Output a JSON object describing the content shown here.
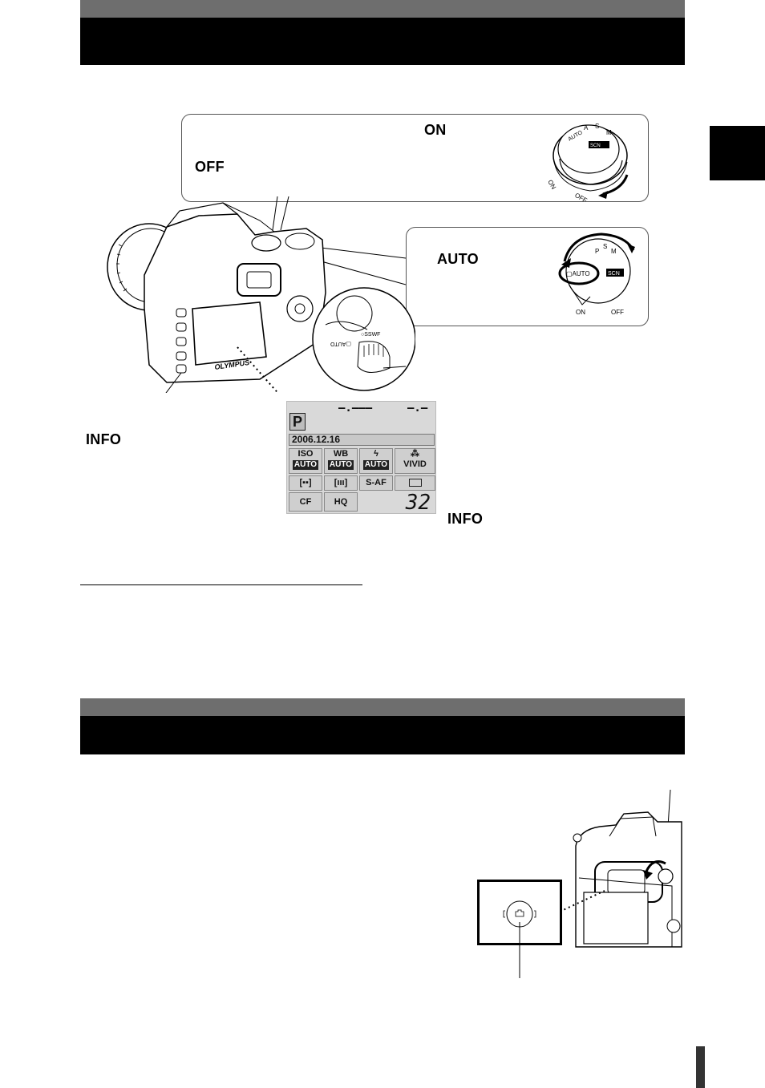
{
  "callout_power": {
    "on_label": "ON",
    "off_label": "OFF",
    "dial": {
      "on": "ON",
      "off": "OFF",
      "auto": "AUTO"
    }
  },
  "callout_mode": {
    "auto_label": "AUTO",
    "dial": {
      "auto": "AUTO",
      "on": "ON",
      "off": "OFF"
    }
  },
  "camera": {
    "brand": "OLYMPUS",
    "info_label": "INFO",
    "zoom_dial": {
      "auto": "AUTO",
      "sswf": "SSWF"
    }
  },
  "control_panel": {
    "mode": "P",
    "shutter": "–.–––",
    "aperture": "–.–",
    "date": "2006.12.16",
    "iso": {
      "label": "ISO",
      "value": "AUTO"
    },
    "wb": {
      "label": "WB",
      "value": "AUTO"
    },
    "flash": {
      "value": "AUTO"
    },
    "picture_mode": "VIVID",
    "metering": "[▪▪]",
    "af_area": "[ııı]",
    "af_mode": "S-AF",
    "drive": "",
    "card": "CF",
    "quality": "HQ",
    "remaining": "32",
    "info_label": "INFO"
  }
}
